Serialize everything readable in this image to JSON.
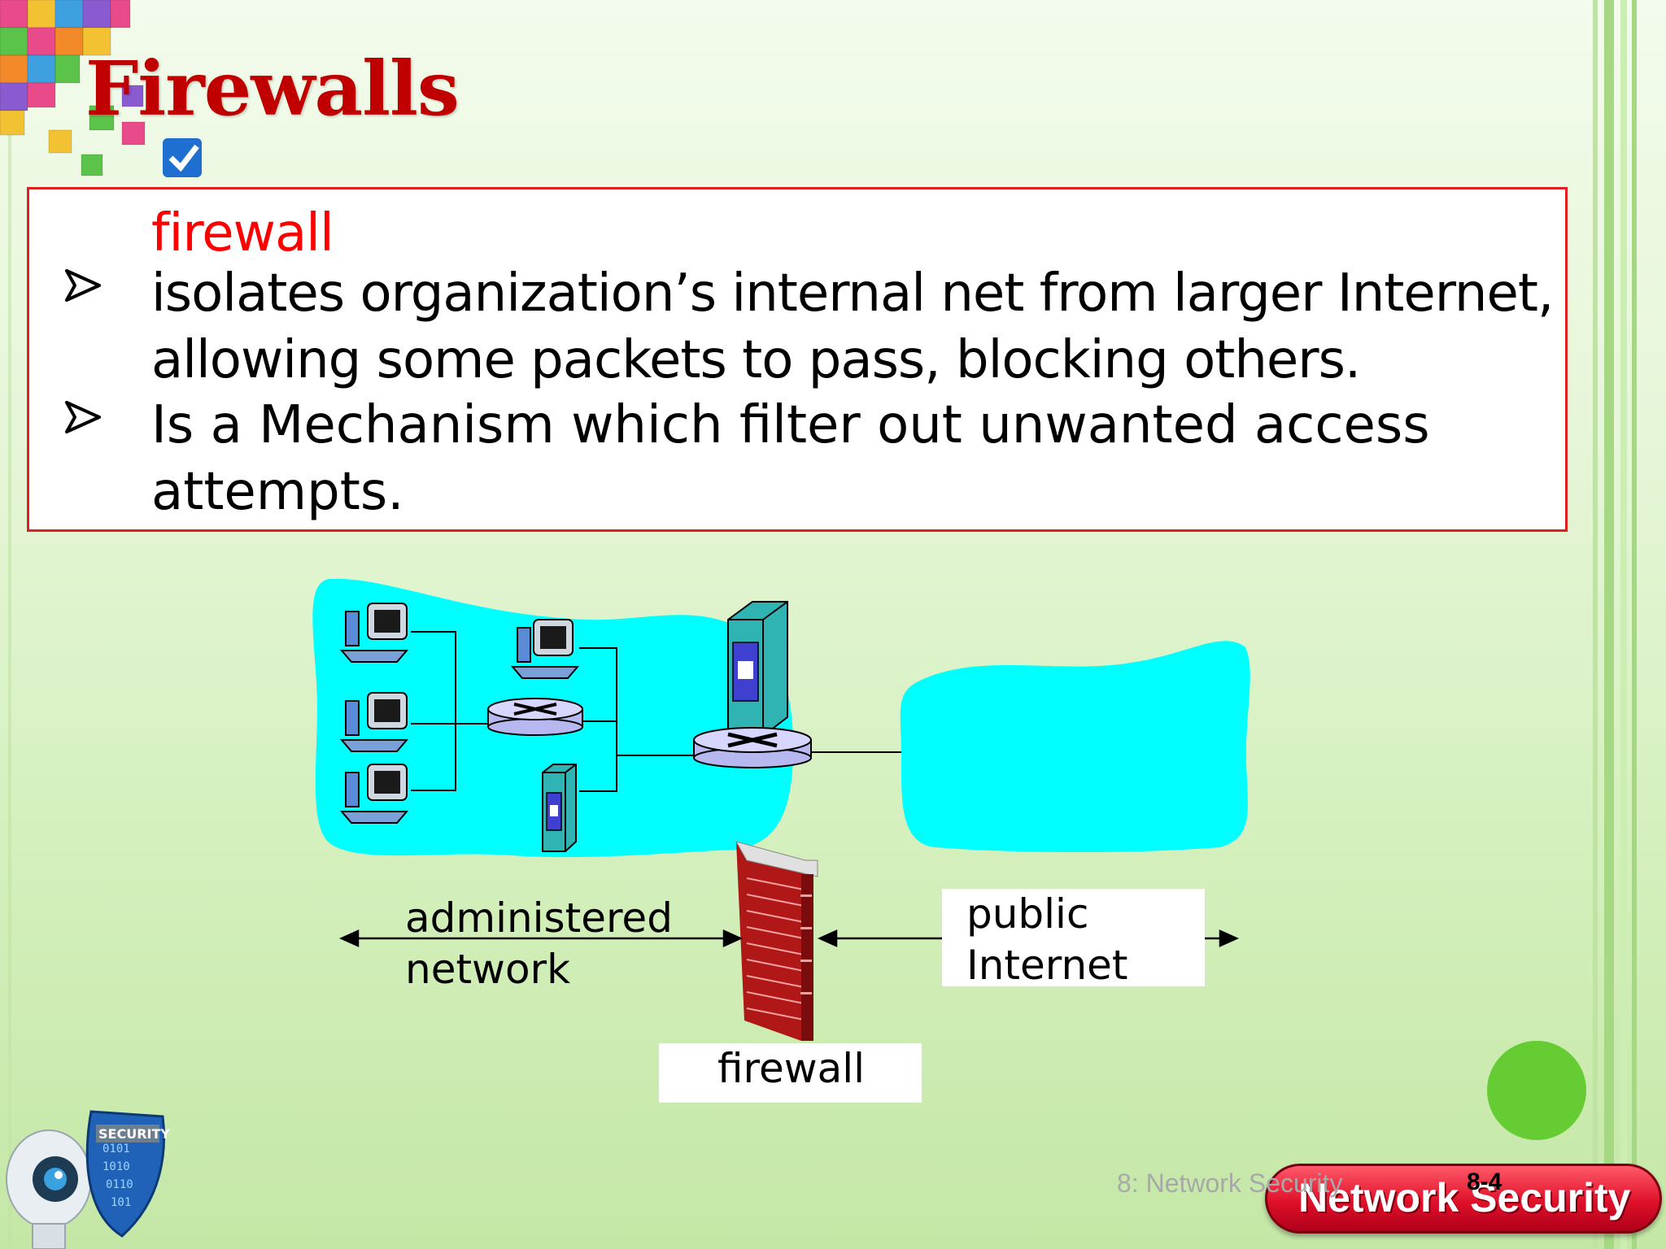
{
  "slide": {
    "title": "Firewalls",
    "box": {
      "heading": "firewall",
      "bullet1_line1": "isolates organization’s internal net from larger Internet,",
      "bullet1_line2": "allowing some packets to pass, blocking others.",
      "bullet2_line1": "Is a Mechanism which filter  out unwanted access",
      "bullet2_line2": "attempts."
    },
    "diagram": {
      "admin_line1": "administered",
      "admin_line2": "network",
      "public_line1": "public",
      "public_line2": "Internet",
      "firewall_label": "firewall"
    },
    "footer": {
      "chapter": "8: Network Security",
      "page": "8-4",
      "badge": "Network Security"
    }
  },
  "colors": {
    "title": "#c00000",
    "box_border": "#e02020",
    "heading": "#ff0000",
    "cloud": "#00ffff",
    "accent_green": "#66cc33"
  },
  "icons": [
    "color-cubes-icon",
    "bullet-arrow-icon",
    "computer-icon",
    "router-icon",
    "server-icon",
    "brick-wall-icon",
    "robot-security-icon",
    "green-circle-icon"
  ]
}
